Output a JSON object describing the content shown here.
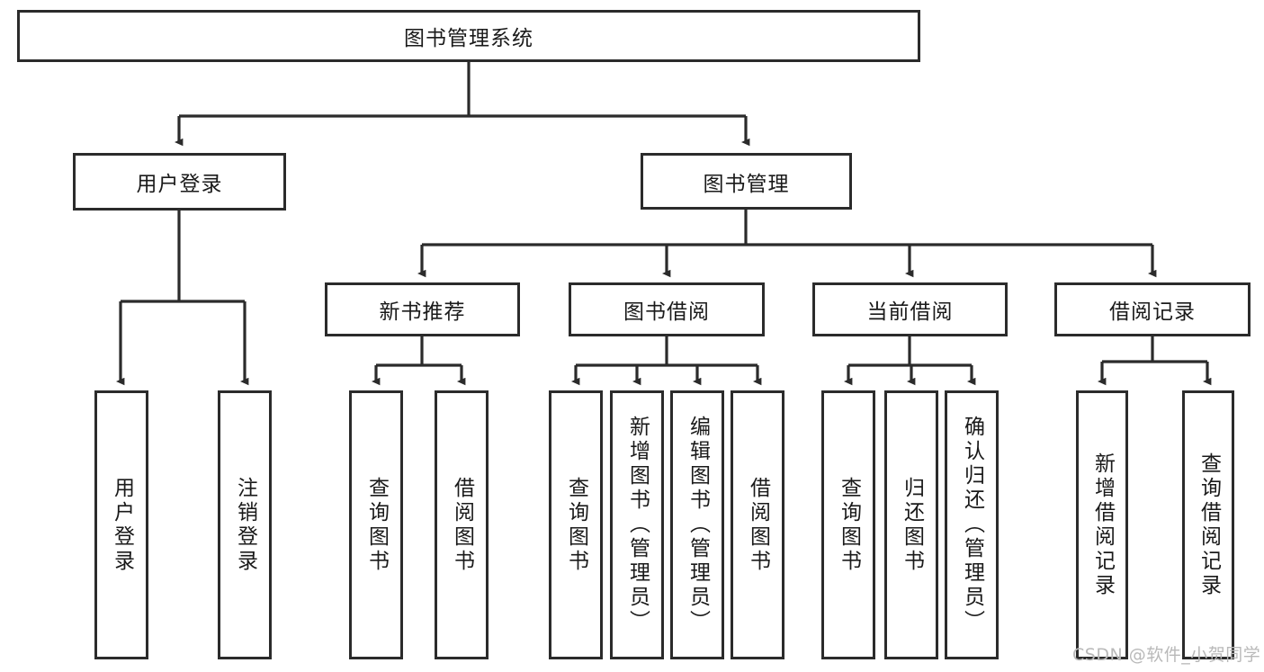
{
  "diagram": {
    "type": "tree-hierarchy-chart",
    "title": "图书管理系统",
    "root": {
      "label": "图书管理系统"
    },
    "level2": [
      {
        "label": "用户登录"
      },
      {
        "label": "图书管理"
      }
    ],
    "level3": [
      {
        "label": "新书推荐",
        "parent": "图书管理"
      },
      {
        "label": "图书借阅",
        "parent": "图书管理"
      },
      {
        "label": "当前借阅",
        "parent": "图书管理"
      },
      {
        "label": "借阅记录",
        "parent": "图书管理"
      }
    ],
    "leaves": {
      "user_login": [
        {
          "label": "用户登录"
        },
        {
          "label": "注销登录"
        }
      ],
      "new_book_recommend": [
        {
          "label": "查询图书"
        },
        {
          "label": "借阅图书"
        }
      ],
      "book_borrow": [
        {
          "label": "查询图书"
        },
        {
          "label": "新增图书（管理员）"
        },
        {
          "label": "编辑图书（管理员）"
        },
        {
          "label": "借阅图书"
        }
      ],
      "current_borrow": [
        {
          "label": "查询图书"
        },
        {
          "label": "归还图书"
        },
        {
          "label": "确认归还（管理员）"
        }
      ],
      "borrow_record": [
        {
          "label": "新增借阅记录"
        },
        {
          "label": "查询借阅记录"
        }
      ]
    }
  },
  "watermark": {
    "text": "CSDN @软件_小贺同学"
  },
  "colors": {
    "stroke": "#2b2b2b",
    "background": "#ffffff",
    "text": "#1a1a1a",
    "watermark": "#b9b9b9"
  }
}
